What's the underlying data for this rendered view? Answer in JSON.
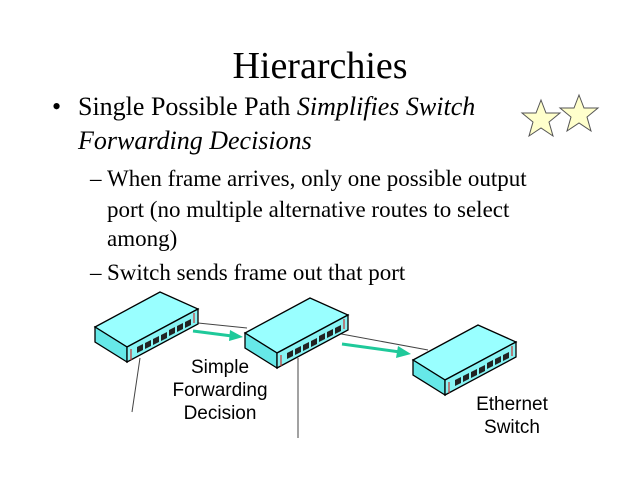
{
  "title": "Hierarchies",
  "bullet": {
    "marker": "•",
    "normal": "Single Possible Path ",
    "italic1": "Simplifies Switch",
    "italic2": "Forwarding Decisions"
  },
  "subbullets": [
    {
      "marker": "–",
      "lines": [
        "When frame arrives, only one possible output",
        "port (no multiple alternative routes to select",
        "among)"
      ]
    },
    {
      "marker": "–",
      "lines": [
        "Switch sends frame out that port"
      ]
    }
  ],
  "diagram": {
    "label_decision": [
      "Simple",
      "Forwarding",
      "Decision"
    ],
    "label_switch": [
      "Ethernet",
      "Switch"
    ]
  },
  "colors": {
    "switch": "#99ffff",
    "arrow": "#1fc99a",
    "star": "#ffffcc"
  }
}
